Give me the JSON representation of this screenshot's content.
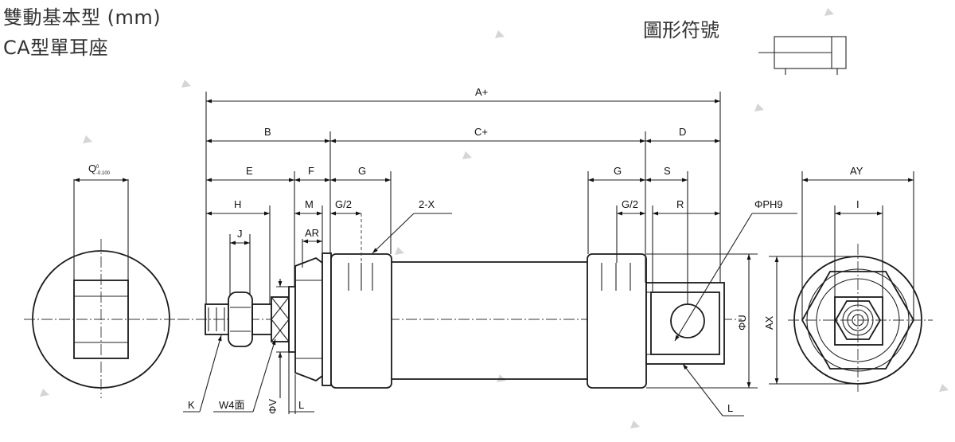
{
  "header": {
    "title_line1": "雙動基本型 (mm)",
    "title_line2": "CA型單耳座",
    "symbol_label": "圖形符號"
  },
  "dimensions": {
    "A": "A+",
    "B": "B",
    "C": "C+",
    "D": "D",
    "E": "E",
    "F": "F",
    "G_left": "G",
    "G_right": "G",
    "S": "S",
    "H": "H",
    "M": "M",
    "G2_left": "G/2",
    "G2_right": "G/2",
    "R": "R",
    "J": "J",
    "AR": "AR",
    "X": "2-X",
    "PH": "ΦPH9",
    "Q": "Q",
    "Q_tol_top": "0",
    "Q_tol_bottom": "-0.100",
    "U": "ΦU",
    "AX": "AX",
    "AY": "AY",
    "I": "I",
    "K": "K",
    "W": "W4面",
    "V": "ΦV",
    "L_left": "L",
    "L_right": "L"
  }
}
